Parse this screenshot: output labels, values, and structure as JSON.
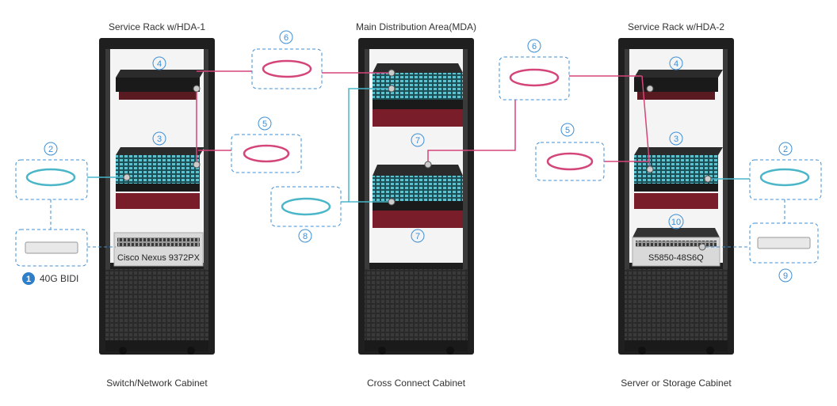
{
  "racks": {
    "left": {
      "title": "Service Rack w/HDA-1",
      "caption": "Switch/Network Cabinet"
    },
    "middle": {
      "title": "Main Distribution Area(MDA)",
      "caption": "Cross Connect Cabinet"
    },
    "right": {
      "title": "Service Rack w/HDA-2",
      "caption": "Server or Storage Cabinet"
    }
  },
  "devices": {
    "left_switch": "Cisco Nexus 9372PX",
    "right_switch": "S5850-48S6Q"
  },
  "legend": {
    "badge": "1",
    "text": "40G BIDI"
  },
  "callouts": {
    "n2": "2",
    "n3": "3",
    "n4": "4",
    "n5": "5",
    "n6": "6",
    "n7": "7",
    "n8": "8",
    "n9": "9",
    "n10": "10"
  },
  "colors": {
    "rack_frame": "#2a2a2a",
    "mtp_trunk": "#d4457a",
    "lc_patch": "#4ab6c8",
    "callout_blue": "#3d8fd6",
    "cassette_red": "#7a1d2a"
  },
  "icons": [
    "40g-bidi-transceiver-icon",
    "mtp-trunk-cable-icon",
    "lc-patch-cable-icon",
    "sfp-transceiver-icon"
  ]
}
